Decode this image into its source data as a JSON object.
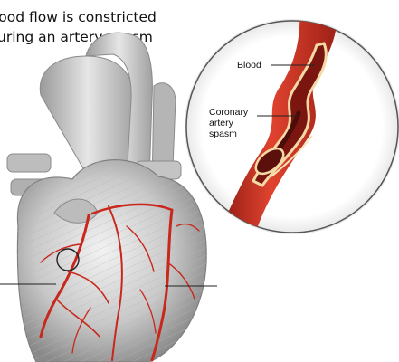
{
  "caption": {
    "line1": "lood flow is constricted",
    "line2": "uring an artery spasm"
  },
  "labels": {
    "blood": "Blood",
    "spasm": [
      "Coronary",
      "artery",
      "spasm"
    ]
  },
  "colors": {
    "artery": "#d93a2b",
    "artery_dark": "#a8231a",
    "heart": "#cfcfcf",
    "heart_shadow": "#8c8c8c",
    "vessel_wall": "#f3d9a6"
  }
}
